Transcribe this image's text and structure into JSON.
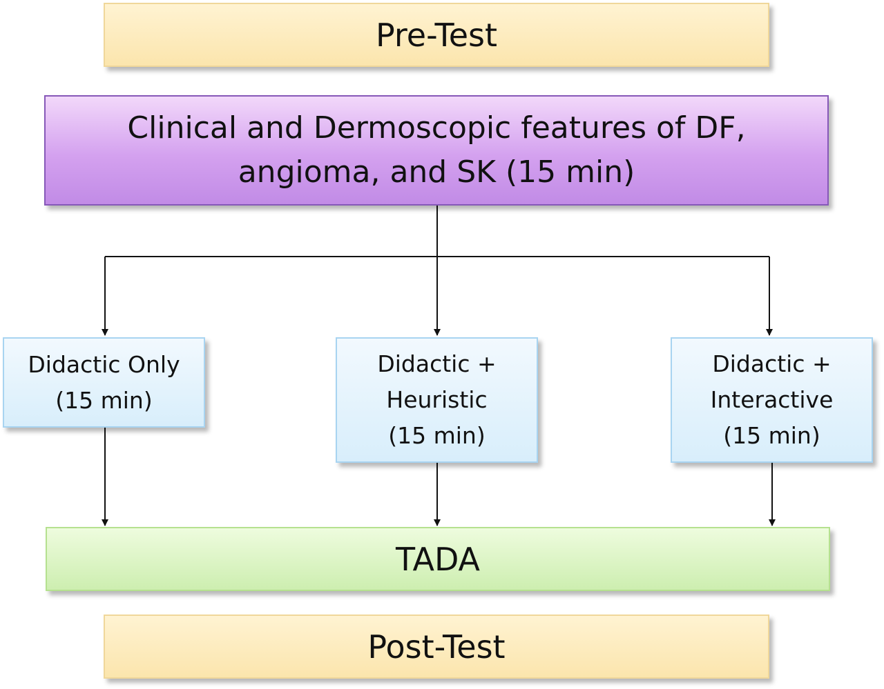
{
  "diagram": {
    "pre_test": "Pre-Test",
    "clinical": "Clinical and Dermoscopic features of DF,\nangioma, and SK (15 min)",
    "arms": {
      "didactic_only": "Didactic Only\n(15 min)",
      "heuristic": "Didactic +\nHeuristic\n(15 min)",
      "interactive": "Didactic +\nInteractive\n(15 min)"
    },
    "tada": "TADA",
    "post_test": "Post-Test"
  },
  "colors": {
    "stage_fill": "#fbe5ad",
    "content_fill": "#d4a1ef",
    "arm_fill": "#d8eefb",
    "assessment_fill": "#cdeeb0",
    "connector": "#111111"
  }
}
